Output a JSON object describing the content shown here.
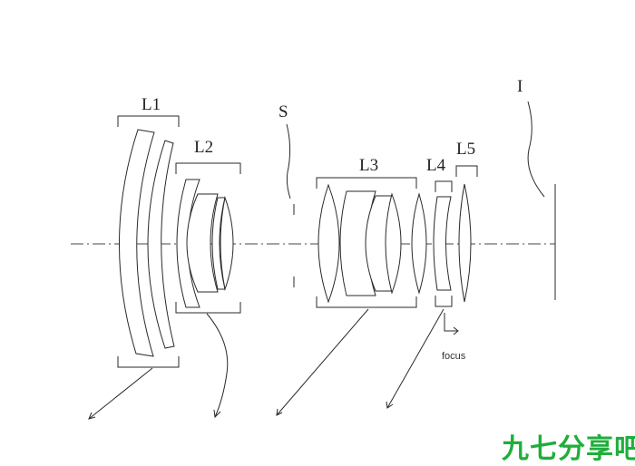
{
  "labels": {
    "L1": "L1",
    "L2": "L2",
    "S": "S",
    "L3": "L3",
    "L4": "L4",
    "L5": "L5",
    "I": "I",
    "focus": "focus"
  },
  "watermark": "九七分享吧",
  "colors": {
    "line": "#2a2a2a",
    "watermark": "#1fae3c"
  }
}
